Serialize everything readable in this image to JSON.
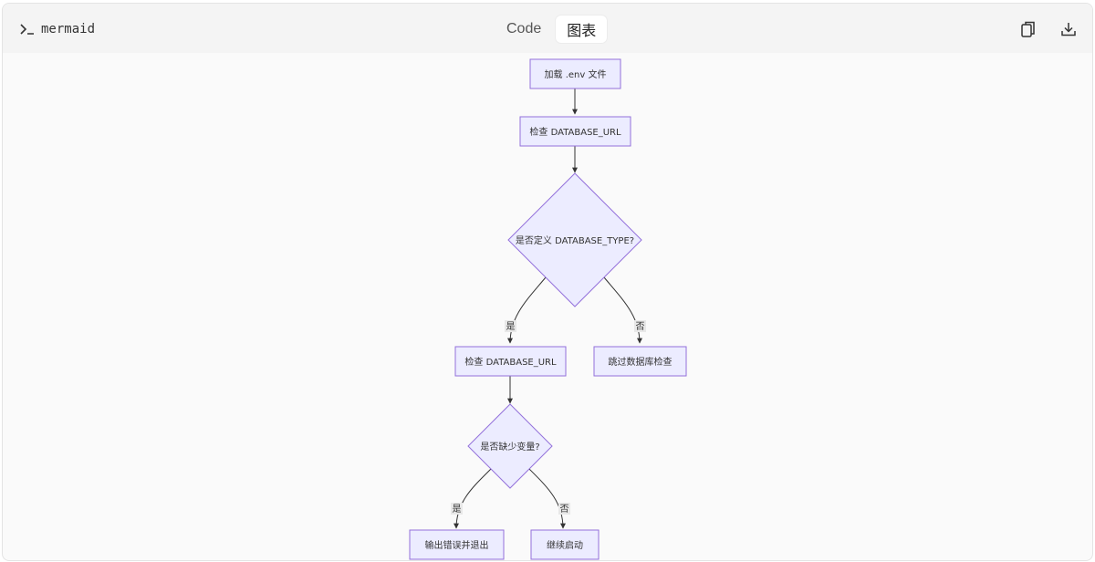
{
  "toolbar": {
    "language_label": "mermaid",
    "tabs": [
      {
        "label": "Code",
        "active": false
      },
      {
        "label": "图表",
        "active": true
      }
    ],
    "copy_icon": "copy-icon",
    "download_icon": "download-icon"
  },
  "flowchart": {
    "nodes": {
      "load_env": "加载 .env 文件",
      "check_url_1": "检查 DATABASE_URL",
      "decision_type": "是否定义 DATABASE_TYPE?",
      "check_url_2": "检查 DATABASE_URL",
      "skip_check": "跳过数据库检查",
      "decision_missing": "是否缺少变量?",
      "error_exit": "输出错误并退出",
      "continue_start": "继续启动"
    },
    "edge_labels": {
      "type_yes": "是",
      "type_no": "否",
      "missing_yes": "是",
      "missing_no": "否"
    }
  },
  "colors": {
    "node_fill": "#ececff",
    "node_stroke": "#9370db",
    "edge": "#333333",
    "label_bg": "#e8e8e8"
  }
}
